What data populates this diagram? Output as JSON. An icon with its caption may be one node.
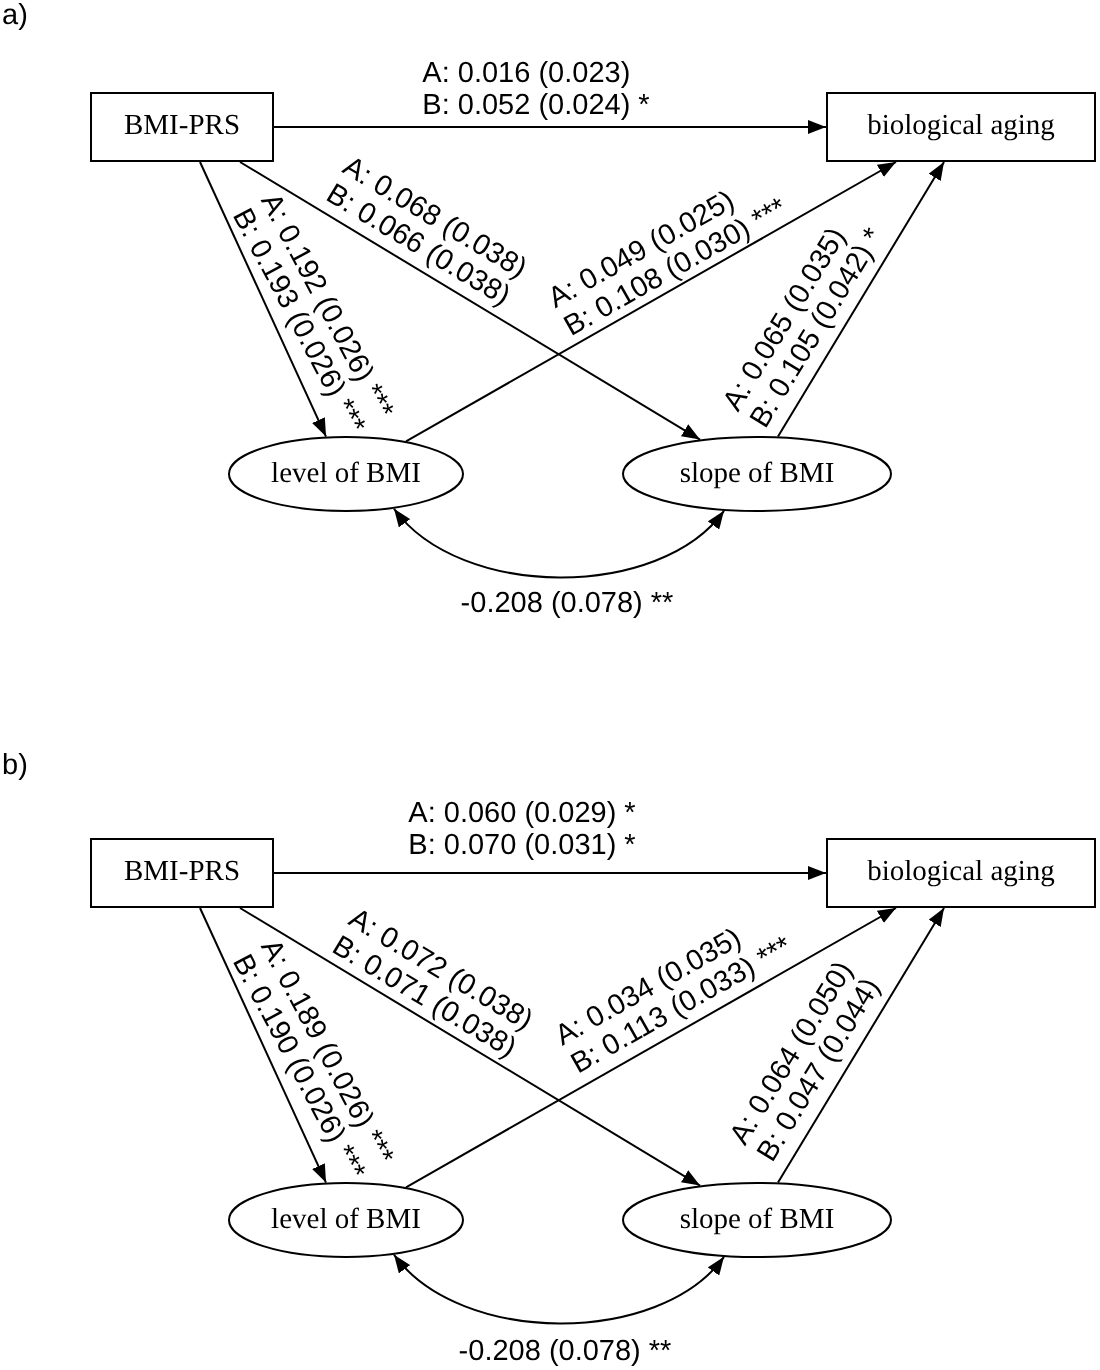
{
  "diagram": {
    "nodes": [
      {
        "text": [
          "BMI-PRS"
        ]
      },
      {
        "text": [
          "biological aging"
        ]
      },
      {
        "text": [
          "level of BMI"
        ]
      },
      {
        "text": [
          "slope of BMI"
        ]
      },
      {
        "text": [
          "BMI-PRS"
        ]
      },
      {
        "text": [
          "biological aging"
        ]
      },
      {
        "text": [
          "level of BMI"
        ]
      },
      {
        "text": [
          "slope of BMI"
        ]
      }
    ],
    "edges": [
      {
        "from": 0,
        "to": 1,
        "arrow": "to",
        "label": "A: 0.016 (0.023) B: 0.052 (0.024) *"
      },
      {
        "from": 0,
        "to": 3,
        "arrow": "to",
        "label": "A: 0.068 (0.038) B: 0.066 (0.038)"
      },
      {
        "from": 0,
        "to": 2,
        "arrow": "to",
        "label": "A: 0.192 (0.026) *** B: 0.193 (0.026) ***"
      },
      {
        "from": 2,
        "to": 1,
        "arrow": "to",
        "label": "A: 0.049 (0.025) B: 0.108 (0.030) ***"
      },
      {
        "from": 3,
        "to": 1,
        "arrow": "to",
        "label": "A: 0.065 (0.035) B: 0.105 (0.042) *"
      },
      {
        "from": 2,
        "to": 3,
        "arrow": "both",
        "label": "-0.208 (0.078) **"
      },
      {
        "from": 4,
        "to": 5,
        "arrow": "to",
        "label": "A: 0.060 (0.029) * B: 0.070 (0.031) *"
      },
      {
        "from": 4,
        "to": 7,
        "arrow": "to",
        "label": "A: 0.072 (0.038) B: 0.071 (0.038)"
      },
      {
        "from": 4,
        "to": 6,
        "arrow": "to",
        "label": "A: 0.189 (0.026) *** B: 0.190 (0.026) ***"
      },
      {
        "from": 6,
        "to": 5,
        "arrow": "to",
        "label": "A: 0.034 (0.035) B: 0.113 (0.033) ***"
      },
      {
        "from": 7,
        "to": 5,
        "arrow": "to",
        "label": "A: 0.064 (0.050) B: 0.047 (0.044)"
      },
      {
        "from": 6,
        "to": 7,
        "arrow": "both",
        "label": "-0.208 (0.078) **"
      }
    ],
    "labels": [
      "a)",
      "b)"
    ]
  }
}
